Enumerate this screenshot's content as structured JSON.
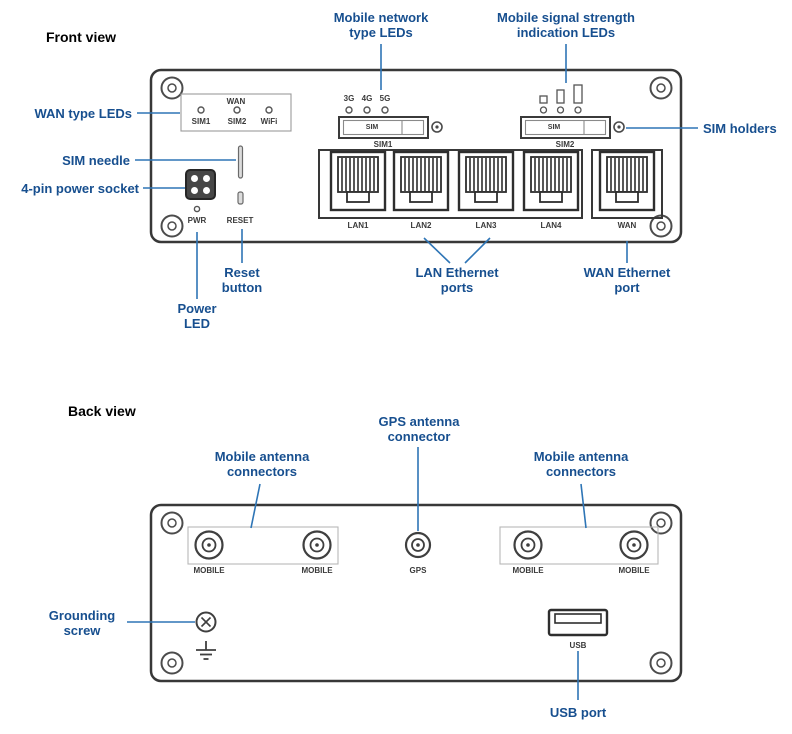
{
  "colors": {
    "label_blue": "#174f8f",
    "line_blue": "#2e75b6"
  },
  "front": {
    "title": "Front view",
    "callouts": {
      "mobile_network_type_leds": "Mobile network\ntype LEDs",
      "signal_strength_leds": "Mobile signal strength\nindication LEDs",
      "wan_type_leds": "WAN type LEDs",
      "sim_needle": "SIM needle",
      "power_socket": "4-pin power socket",
      "sim_holders": "SIM holders",
      "reset_button": "Reset\nbutton",
      "lan_ports": "LAN Ethernet\nports",
      "wan_port": "WAN Ethernet\nport",
      "power_led": "Power\nLED"
    },
    "panel": {
      "wan_group": {
        "title": "WAN",
        "leds": [
          "SIM1",
          "SIM2",
          "WiFi"
        ]
      },
      "net_leds": [
        "3G",
        "4G",
        "5G"
      ],
      "sim1": {
        "slot": "SIM",
        "label": "SIM1"
      },
      "sim2": {
        "slot": "SIM",
        "label": "SIM2"
      },
      "pwr": "PWR",
      "reset": "RESET",
      "ports": [
        "LAN1",
        "LAN2",
        "LAN3",
        "LAN4",
        "WAN"
      ]
    }
  },
  "back": {
    "title": "Back view",
    "callouts": {
      "mobile_left": "Mobile antenna\nconnectors",
      "gps": "GPS antenna\nconnector",
      "mobile_right": "Mobile antenna\nconnectors",
      "grounding": "Grounding\nscrew",
      "usb": "USB port"
    },
    "panel": {
      "connectors": [
        "MOBILE",
        "MOBILE",
        "GPS",
        "MOBILE",
        "MOBILE"
      ],
      "usb": "USB"
    }
  }
}
